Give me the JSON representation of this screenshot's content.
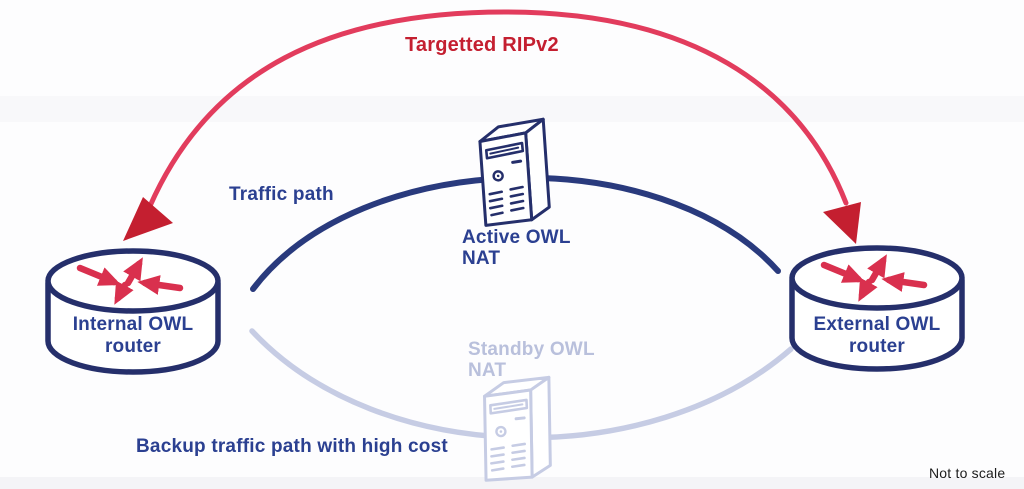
{
  "diagram": {
    "attack_label": "Targetted RIPv2",
    "traffic_label": "Traffic path",
    "backup_label": "Backup traffic path with high cost",
    "active_nat_label": "Active OWL\nNAT",
    "standby_nat_label": "Standby OWL\nNAT",
    "internal_router_label": "Internal OWL\nrouter",
    "external_router_label": "External OWL\nrouter",
    "scale_note": "Not to scale"
  },
  "icons": {
    "router_icon": "hand-drawn cylinder with crossing red arrows",
    "nat_server_icon": "hand-drawn tower server with slot, power button and vents",
    "attack_arrow_icon": "red double-headed arc with filled arrowheads"
  },
  "colors": {
    "background": "#fdfdfe",
    "navy": "#252f6b",
    "path_navy": "#293a7d",
    "navy_text": "#2b4091",
    "attack_red": "#e23c5d",
    "attack_red_dark": "#c41f30",
    "arrow_red": "#d9304e",
    "standby": "#c6cce4",
    "standby_text": "#b9c0dc",
    "note_black": "#1c1c1c"
  }
}
